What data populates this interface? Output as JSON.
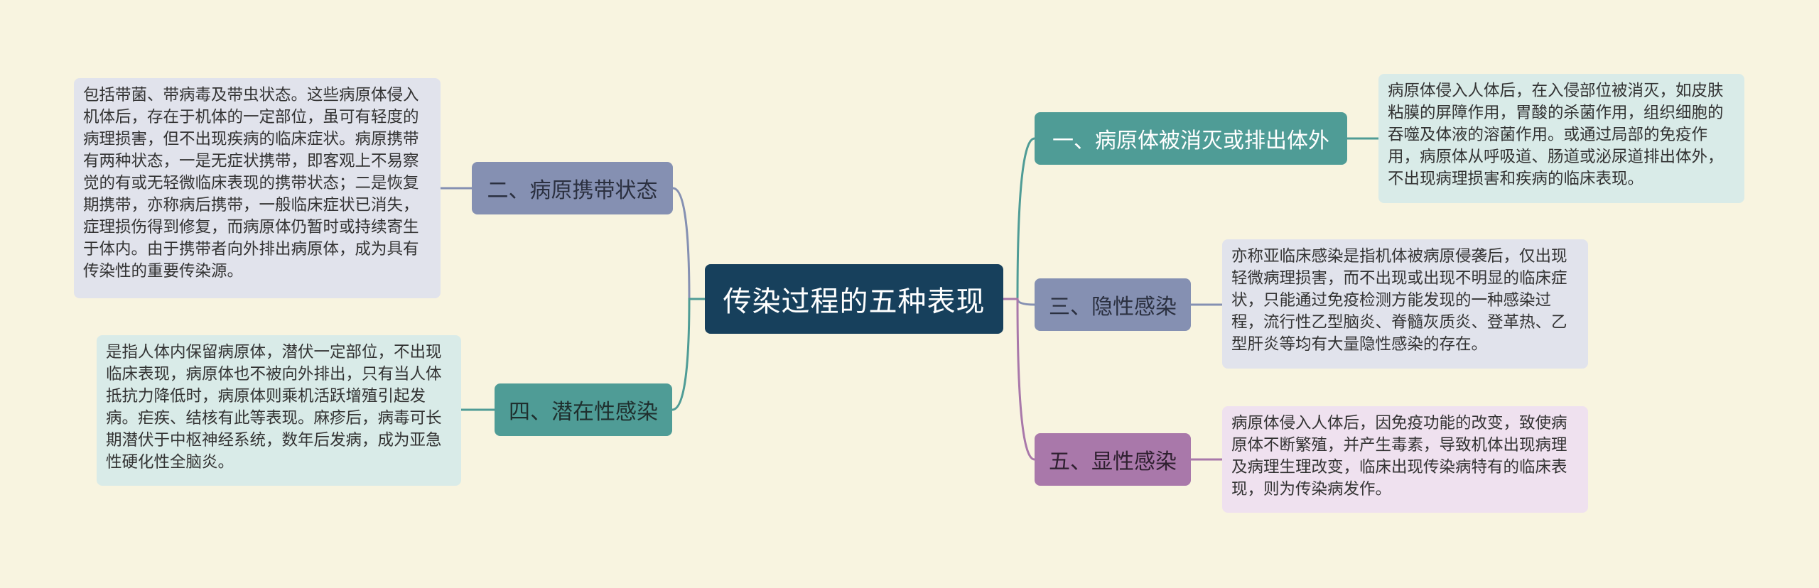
{
  "mindmap": {
    "center": "传染过程的五种表现",
    "branches": [
      {
        "label": "一、病原体被消灭或排出体外",
        "detail": "病原体侵入人体后，在入侵部位被消灭，如皮肤粘膜的屏障作用，胃酸的杀菌作用，组织细胞的吞噬及体液的溶菌作用。或通过局部的免疫作用，病原体从呼吸道、肠道或泌尿道排出体外，不出现病理损害和疾病的临床表现。"
      },
      {
        "label": "二、病原携带状态",
        "detail": "包括带菌、带病毒及带虫状态。这些病原体侵入机体后，存在于机体的一定部位，虽可有轻度的病理损害，但不出现疾病的临床症状。病原携带有两种状态，一是无症状携带，即客观上不易察觉的有或无轻微临床表现的携带状态；二是恢复期携带，亦称病后携带，一般临床症状已消失，症理损伤得到修复，而病原体仍暂时或持续寄生于体内。由于携带者向外排出病原体，成为具有传染性的重要传染源。"
      },
      {
        "label": "三、隐性感染",
        "detail": "亦称亚临床感染是指机体被病原侵袭后，仅出现轻微病理损害，而不出现或出现不明显的临床症状，只能通过免疫检测方能发现的一种感染过程，流行性乙型脑炎、脊髓灰质炎、登革热、乙型肝炎等均有大量隐性感染的存在。"
      },
      {
        "label": "四、潜在性感染",
        "detail": "是指人体内保留病原体，潜伏一定部位，不出现临床表现，病原体也不被向外排出，只有当人体抵抗力降低时，病原体则乘机活跃增殖引起发病。疟疾、结核有此等表现。麻疹后，病毒可长期潜伏于中枢神经系统，数年后发病，成为亚急性硬化性全脑炎。"
      },
      {
        "label": "五、显性感染",
        "detail": "病原体侵入人体后，因免疫功能的改变，致使病原体不断繁殖，并产生毒素，导致机体出现病理及病理生理改变，临床出现传染病特有的临床表现，则为传染病发作。"
      }
    ]
  },
  "colors": {
    "background": "#f8f4e0",
    "center": "#17405c",
    "teal": "#4f9c96",
    "slate": "#8590b2",
    "purple": "#a978aa"
  }
}
